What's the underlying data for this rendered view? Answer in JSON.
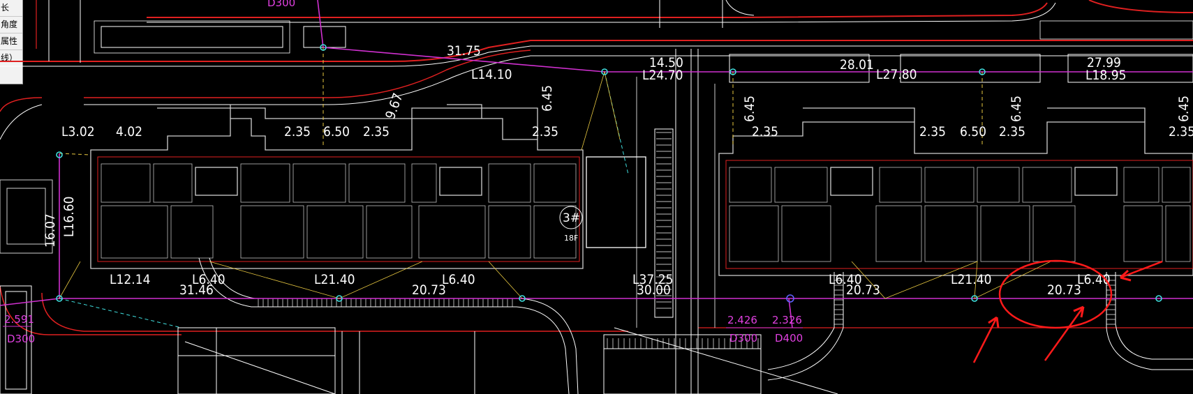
{
  "panel": {
    "rows": [
      "长",
      "角度",
      "属性",
      "线）"
    ]
  },
  "top_dims": {
    "d_31_75": "31.75",
    "d_14_50": "14.50",
    "d_28_01": "28.01",
    "d_27_99": "27.99",
    "l_14_10": "L14.10",
    "l_24_70": "L24.70",
    "l_27_80": "L27.80",
    "l_18_95": "L18.95"
  },
  "mid_dims": {
    "l_3_02": "L3.02",
    "d_4_02": "4.02",
    "d_2_35_a": "2.35",
    "d_6_50_a": "6.50",
    "d_2_35_b": "2.35",
    "d_9_67": "9.67",
    "d_6_45_a": "6.45",
    "d_2_35_c": "2.35",
    "d_6_45_b": "6.45",
    "d_2_35_d": "2.35",
    "d_2_35_e": "2.35",
    "d_6_50_b": "6.50",
    "d_2_35_f": "2.35",
    "d_6_45_c": "6.45",
    "d_2_35_g": "2.35",
    "d_6_45_d": "6.45"
  },
  "side_dims": {
    "d_16_07": "16.07",
    "l_16_60": "L16.60"
  },
  "bottom_dims": {
    "l_12_14": "L12.14",
    "l_6_40_a": "L6.40",
    "d_31_46": "31.46",
    "l_21_40_a": "L21.40",
    "d_20_73_a": "20.73",
    "l_6_40_b": "L6.40",
    "l_37_25": "L37.25",
    "d_30_00": "30.00",
    "l_6_40_c": "L6.40",
    "d_20_73_b": "20.73",
    "l_21_40_b": "L21.40",
    "d_20_73_c": "20.73",
    "l_6_40_d": "L6.40"
  },
  "pipe_labels": {
    "top_d300": "D300",
    "elev_2591": "2.591",
    "d300_left": "D300",
    "elev_2426": "2.426",
    "elev_2326": "2.326",
    "d300_mid": "D300",
    "d400_mid": "D400"
  },
  "building_label": "3#",
  "building_sub": "18F",
  "colors": {
    "road_red": "#e02020",
    "pipe_magenta": "#d030d0",
    "node_cyan": "#40e0e0",
    "wall_white": "#d8d8d8",
    "annotation_red": "#ff1a1a",
    "dim_yellow": "#e8c840"
  }
}
